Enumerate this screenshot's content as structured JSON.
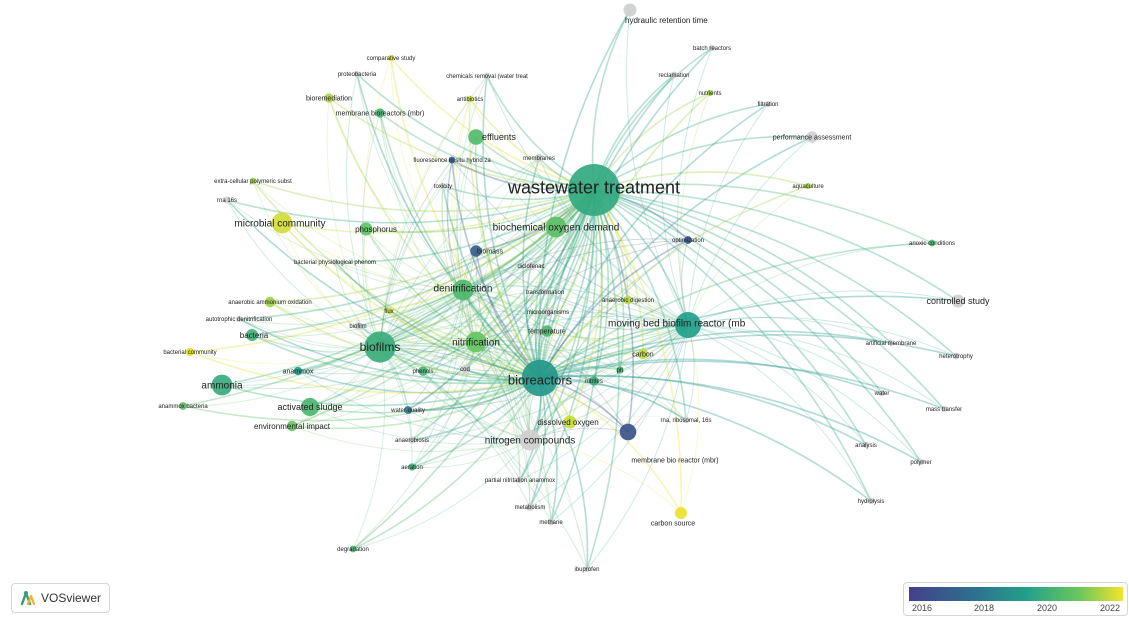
{
  "colors": {
    "scale_2016": "#40498f",
    "scale_2018": "#2f8e8e",
    "scale_2020": "#4fbf6f",
    "scale_2022": "#f0e12a",
    "no_data": "#c8c8c8"
  },
  "logo": {
    "label": "VOSviewer",
    "icon": "vosviewer-logo-icon"
  },
  "legend": {
    "ticks": [
      "2016",
      "2018",
      "2020",
      "2022"
    ]
  },
  "nodes": [
    {
      "label": "wastewater treatment",
      "weight": 10,
      "year": 2019.0
    },
    {
      "label": "bioreactors",
      "weight": 7,
      "year": 2018.4
    },
    {
      "label": "biofilms",
      "weight": 6,
      "year": 2019.2
    },
    {
      "label": "moving bed biofilm reactor (mb",
      "weight": 5,
      "year": 2018.6
    },
    {
      "label": "nitrogen compounds",
      "weight": 4,
      "year": null
    },
    {
      "label": "microbial community",
      "weight": 4,
      "year": 2021.6
    },
    {
      "label": "ammonia",
      "weight": 4,
      "year": 2019.1
    },
    {
      "label": "activated sludge",
      "weight": 3.5,
      "year": 2019.6
    },
    {
      "label": "denitrification",
      "weight": 4,
      "year": 2019.7
    },
    {
      "label": "nitrification",
      "weight": 4,
      "year": 2020.2
    },
    {
      "label": "biochemical oxygen demand",
      "weight": 4,
      "year": 2020.0
    },
    {
      "label": "effluents",
      "weight": 3,
      "year": 2019.8
    },
    {
      "label": "phosphorus",
      "weight": 2.5,
      "year": 2020.1
    },
    {
      "label": "controlled study",
      "weight": 2.5,
      "year": null
    },
    {
      "label": "hydraulic retention time",
      "weight": 2.5,
      "year": null
    },
    {
      "label": "membrane bio reactor (mbr)",
      "weight": 3.2,
      "year": 2016.5
    },
    {
      "label": "dissolved oxygen",
      "weight": 2.5,
      "year": 2021.5
    },
    {
      "label": "carbon source",
      "weight": 2.3,
      "year": 2021.9
    },
    {
      "label": "performance assessment",
      "weight": 2.2,
      "year": null
    },
    {
      "label": "bacteria",
      "weight": 2.3,
      "year": 2019.4
    },
    {
      "label": "temperature",
      "weight": 2.2,
      "year": 2019.7
    },
    {
      "label": "anaerobic ammonium oxidation",
      "weight": 2.0,
      "year": 2021.0
    },
    {
      "label": "environmental impact",
      "weight": 2.0,
      "year": 2020.3
    },
    {
      "label": "biomass",
      "weight": 2.2,
      "year": 2016.8
    },
    {
      "label": "membrane bioreactors (mbr)",
      "weight": 1.8,
      "year": 2019.5
    },
    {
      "label": "bioremediation",
      "weight": 1.8,
      "year": 2021.2
    },
    {
      "label": "carbon",
      "weight": 2.0,
      "year": 2021.4
    },
    {
      "label": "microorganisms",
      "weight": 1.8,
      "year": null
    },
    {
      "label": "anaerobic digestion",
      "weight": 1.7,
      "year": 2021.3
    },
    {
      "label": "nitrites",
      "weight": 1.8,
      "year": 2019.2
    },
    {
      "label": "phenols",
      "weight": 1.8,
      "year": 2019.4
    },
    {
      "label": "water quality",
      "weight": 1.5,
      "year": 2017.5
    },
    {
      "label": "anammox",
      "weight": 1.6,
      "year": 2018.5
    },
    {
      "label": "bacterial community",
      "weight": 1.6,
      "year": 2021.8
    },
    {
      "label": "anammox bacteria",
      "weight": 1.5,
      "year": 2020.0
    },
    {
      "label": "optimization",
      "weight": 1.5,
      "year": 2016.5
    },
    {
      "label": "diclofenac",
      "weight": 1.6,
      "year": null
    },
    {
      "label": "membranes",
      "weight": 1.6,
      "year": null
    },
    {
      "label": "biofilm",
      "weight": 1.5,
      "year": null
    },
    {
      "label": "cod",
      "weight": 1.6,
      "year": null
    },
    {
      "label": "ph",
      "weight": 1.4,
      "year": 2019.5
    },
    {
      "label": "aeration",
      "weight": 1.4,
      "year": 2019.3
    },
    {
      "label": "anaerobiosis",
      "weight": 1.4,
      "year": null
    },
    {
      "label": "metabolism",
      "weight": 1.5,
      "year": null
    },
    {
      "label": "methane",
      "weight": 1.3,
      "year": null
    },
    {
      "label": "degradation",
      "weight": 1.3,
      "year": 2019.7
    },
    {
      "label": "ibuprofen",
      "weight": 1.2,
      "year": null
    },
    {
      "label": "partial nitritation anammox",
      "weight": 1.3,
      "year": null
    },
    {
      "label": "rna, ribosomal, 16s",
      "weight": 1.3,
      "year": null
    },
    {
      "label": "anoxic conditions",
      "weight": 1.3,
      "year": 2019.5
    },
    {
      "label": "heterotrophy",
      "weight": 1.3,
      "year": null
    },
    {
      "label": "artificial membrane",
      "weight": 1.2,
      "year": null
    },
    {
      "label": "mass transfer",
      "weight": 1.2,
      "year": null
    },
    {
      "label": "water",
      "weight": 1.2,
      "year": null
    },
    {
      "label": "analysis",
      "weight": 1.2,
      "year": null
    },
    {
      "label": "polymer",
      "weight": 1.2,
      "year": null
    },
    {
      "label": "hydrolysis",
      "weight": 1.2,
      "year": null
    },
    {
      "label": "aquaculture",
      "weight": 1.2,
      "year": 2021.0
    },
    {
      "label": "filtration",
      "weight": 1.2,
      "year": null
    },
    {
      "label": "nutrients",
      "weight": 1.2,
      "year": 2021.0
    },
    {
      "label": "reclamation",
      "weight": 1.3,
      "year": null
    },
    {
      "label": "batch reactors",
      "weight": 1.2,
      "year": null
    },
    {
      "label": "chemicals removal (water treat",
      "weight": 1.3,
      "year": null
    },
    {
      "label": "antibiotics",
      "weight": 1.3,
      "year": 2021.5
    },
    {
      "label": "comparative study",
      "weight": 1.2,
      "year": 2021.8
    },
    {
      "label": "proteobacteria",
      "weight": 1.1,
      "year": null
    },
    {
      "label": "fluorescence in situ hybrid za",
      "weight": 1.3,
      "year": 2016.8
    },
    {
      "label": "toxicity",
      "weight": 1.2,
      "year": null
    },
    {
      "label": "extra-cellular polymeric subst",
      "weight": 1.3,
      "year": 2021.0
    },
    {
      "label": "rna 16s",
      "weight": 1.3,
      "year": null
    },
    {
      "label": "bacterial physiological phenom",
      "weight": 1.2,
      "year": null
    },
    {
      "label": "autotrophic denitrification",
      "weight": 1.2,
      "year": null
    },
    {
      "label": "transformation",
      "weight": 1.2,
      "year": null
    },
    {
      "label": "flux",
      "weight": 1.2,
      "year": 2021.5
    }
  ]
}
